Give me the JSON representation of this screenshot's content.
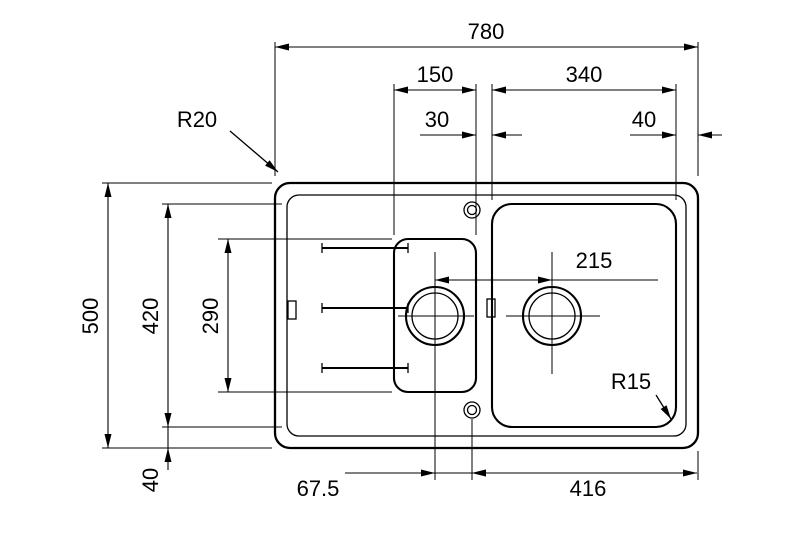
{
  "drawing": {
    "background_color": "#ffffff",
    "line_color": "#000000",
    "labels": {
      "overall_width": "780",
      "small_bowl_width": "150",
      "main_bowl_width": "340",
      "bowl_gap": "30",
      "right_offset": "40",
      "overall_depth": "500",
      "main_bowl_depth": "420",
      "small_bowl_depth": "290",
      "bottom_offset": "40",
      "drain_spacing": "215",
      "drain_to_taphole": "67.5",
      "taphole_to_right_edge": "416",
      "outer_corner_radius": "R20",
      "bowl_corner_radius": "R15"
    }
  }
}
